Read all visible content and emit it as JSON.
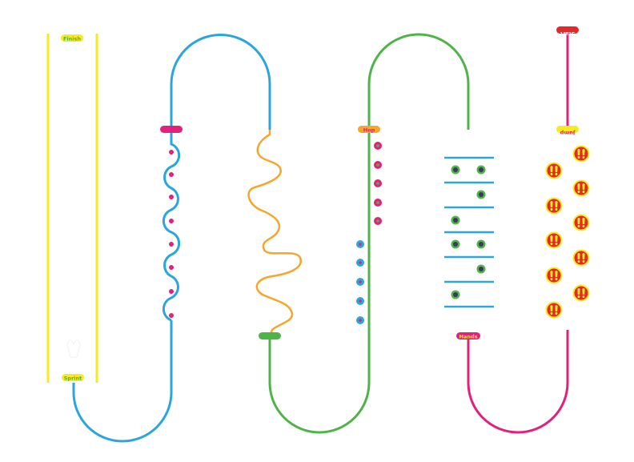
{
  "colors": {
    "yellow": "#f6ea22",
    "blue": "#2ba6dc",
    "green": "#4fb447",
    "magenta": "#e2217c",
    "orange": "#f6a52d",
    "red": "#e32a2a",
    "white": "#ffffff",
    "background": "#ffffff"
  },
  "labels": {
    "finish": "Finish",
    "sprint": "Sprint",
    "hop": "Hop",
    "jump": "Jump",
    "hands": "Hands",
    "start": "Start",
    "blank_magenta": "",
    "blank_green": ""
  },
  "icons": {
    "footprint": "footprint-icon",
    "paw": "paw-icon",
    "dot": "dot-icon"
  }
}
